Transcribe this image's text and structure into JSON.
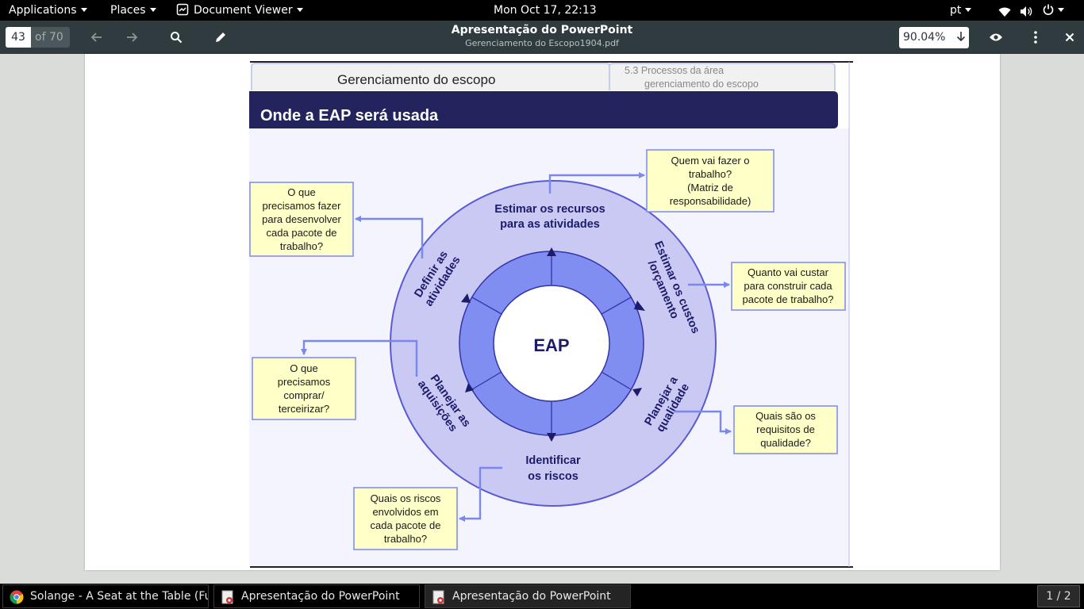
{
  "topbar": {
    "applications": "Applications",
    "places": "Places",
    "app_name": "Document Viewer",
    "clock": "Mon Oct 17, 22:13",
    "lang": "pt"
  },
  "header": {
    "page_current": "43",
    "page_total": "of 70",
    "title": "Apresentação do PowerPoint",
    "subtitle": "Gerenciamento do Escopo1904.pdf",
    "zoom": "90.04%"
  },
  "slide": {
    "tab_left": "Gerenciamento do escopo",
    "tab_right_line1": "5.3  Processos da área",
    "tab_right_line2": "gerenciamento do escopo",
    "banner_title": "Onde a EAP será usada",
    "center_label": "EAP",
    "ring_top_line1": "Estimar os recursos",
    "ring_top_line2": "para as atividades",
    "ring_right_line1": "Estimar os custos",
    "ring_right_line2": "/orçamento",
    "ring_lowright_line1": "Planejar a",
    "ring_lowright_line2": "qualidade",
    "ring_bottom_line1": "Identificar",
    "ring_bottom_line2": "os riscos",
    "ring_lowleft_line1": "Planejar as",
    "ring_lowleft_line2": "aquisições",
    "ring_left_line1": "Definir as",
    "ring_left_line2": "atividades",
    "box_topleft": [
      "O que",
      "precisamos fazer",
      "para desenvolver",
      "cada pacote de",
      "trabalho?"
    ],
    "box_topright": [
      "Quem vai fazer o",
      "trabalho?",
      "(Matriz de",
      "responsabilidade)"
    ],
    "box_right": [
      "Quanto vai custar",
      "para construir cada",
      "pacote de trabalho?"
    ],
    "box_left": [
      "O que",
      "precisamos",
      "comprar/",
      "terceirizar?"
    ],
    "box_lowright": [
      "Quais são os",
      "requisitos de",
      "qualidade?"
    ],
    "box_bottom": [
      "Quais os riscos",
      "envolvidos em",
      "cada pacote de",
      "trabalho?"
    ]
  },
  "taskbar": {
    "task1": "Solange - A Seat at the Table (Ful...",
    "task2": "Apresentação do PowerPoint",
    "task3": "Apresentação do PowerPoint",
    "workspace": "1 / 2"
  },
  "colors": {
    "header_bg": "#2f3b3f",
    "banner": "#23235e",
    "outer_ring": "#c9c9f4",
    "inner_ring": "#7f8ef0",
    "box_fill": "#ffffc8",
    "arrow": "#7a88ee"
  },
  "icons": [
    "back-arrow-icon",
    "forward-arrow-icon",
    "search-icon",
    "pencil-icon",
    "eye-icon",
    "menu-dots-icon",
    "close-icon",
    "wifi-icon",
    "volume-icon",
    "power-icon",
    "chrome-icon",
    "pdf-icon"
  ]
}
